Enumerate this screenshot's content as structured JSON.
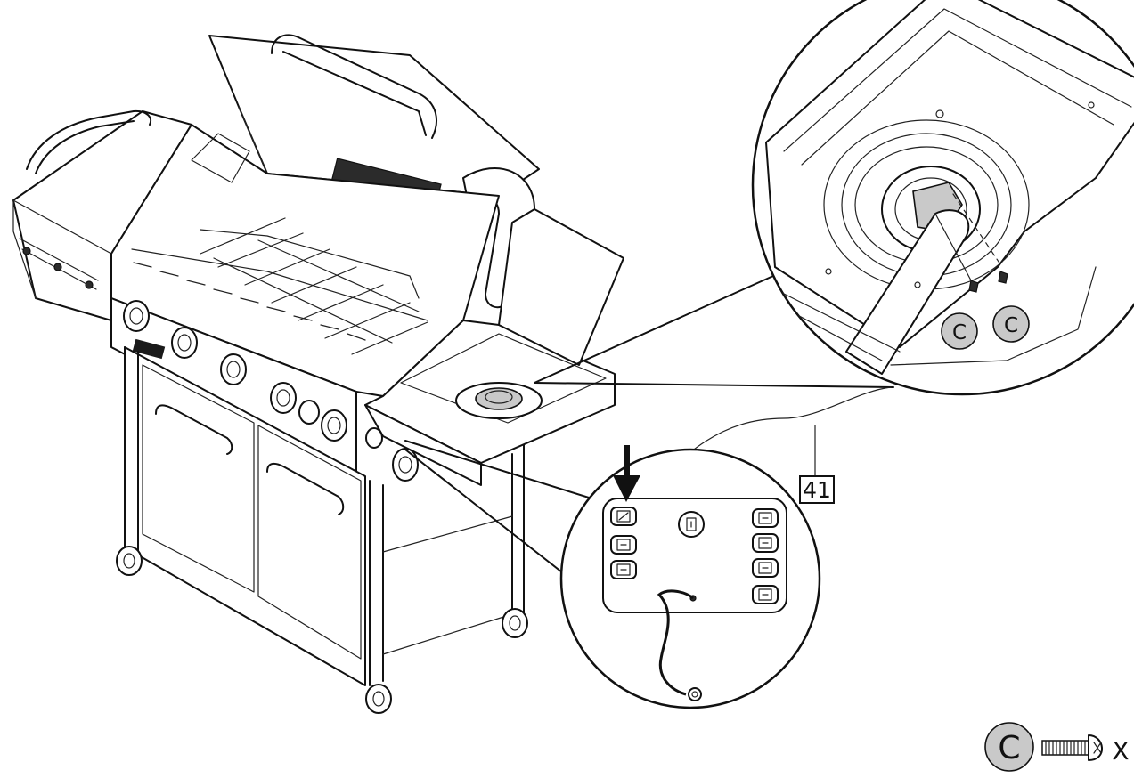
{
  "step_number": "41",
  "hardware": {
    "letter": "C",
    "quantity_label": "X"
  },
  "callout_screws": [
    "C",
    "C"
  ],
  "colors": {
    "line": "#111111",
    "badge_fill": "#c9c9c9",
    "background": "#ffffff"
  },
  "icons": [
    "grill-illustration",
    "burner-icon",
    "screw-icon",
    "down-arrow-icon"
  ]
}
